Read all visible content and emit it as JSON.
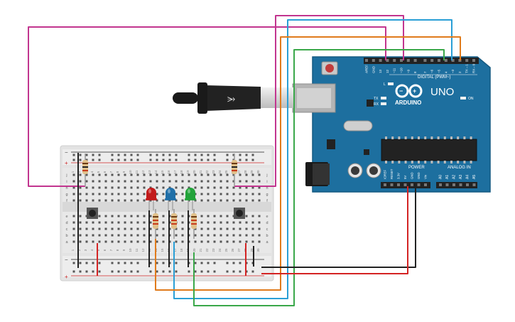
{
  "arduino": {
    "brand_logo_text": "ARDUINO",
    "model": "UNO",
    "digital_header": "DIGITAL (PWM~)",
    "analog_header": "ANALOG IN",
    "power_header": "POWER",
    "on_label": "ON",
    "l_label": "L",
    "tx_label": "TX",
    "rx_label": "RX",
    "digital_pins": [
      "AREF",
      "GND",
      "13",
      "12",
      "~11",
      "~10",
      "~9",
      "8",
      "7",
      "~6",
      "~5",
      "4",
      "~3",
      "2",
      "TX→1",
      "RX←0"
    ],
    "power_pins": [
      "IOREF",
      "RESET",
      "3.3V",
      "5V",
      "GND",
      "GND",
      "Vin"
    ],
    "analog_pins": [
      "A0",
      "A1",
      "A2",
      "A3",
      "A4",
      "A5"
    ]
  },
  "breadboard": {
    "row_letters_top": [
      "j",
      "i",
      "h",
      "g",
      "f"
    ],
    "row_letters_bottom": [
      "e",
      "d",
      "c",
      "b",
      "a"
    ],
    "column_numbers": [
      "1",
      "2",
      "3",
      "4",
      "5",
      "6",
      "7",
      "8",
      "9",
      "10",
      "11",
      "12",
      "13",
      "14",
      "15",
      "16",
      "17",
      "18",
      "19",
      "20",
      "21",
      "22",
      "23",
      "24",
      "25",
      "26",
      "27",
      "28",
      "29",
      "30"
    ],
    "rail_plus": "+",
    "rail_minus": "−"
  },
  "components": {
    "leds": [
      {
        "name": "led-red",
        "color": "#c21a1a"
      },
      {
        "name": "led-blue",
        "color": "#1f6fa8"
      },
      {
        "name": "led-green",
        "color": "#22a33a"
      }
    ]
  },
  "colors": {
    "wire_magenta": "#c2358f",
    "wire_cyan": "#2a9fd6",
    "wire_orange": "#e07b1c",
    "wire_green": "#3aa84a",
    "wire_red": "#d42424",
    "wire_black": "#222222",
    "board_blue": "#1d6f9f",
    "breadboard": "#e6e6e6"
  }
}
